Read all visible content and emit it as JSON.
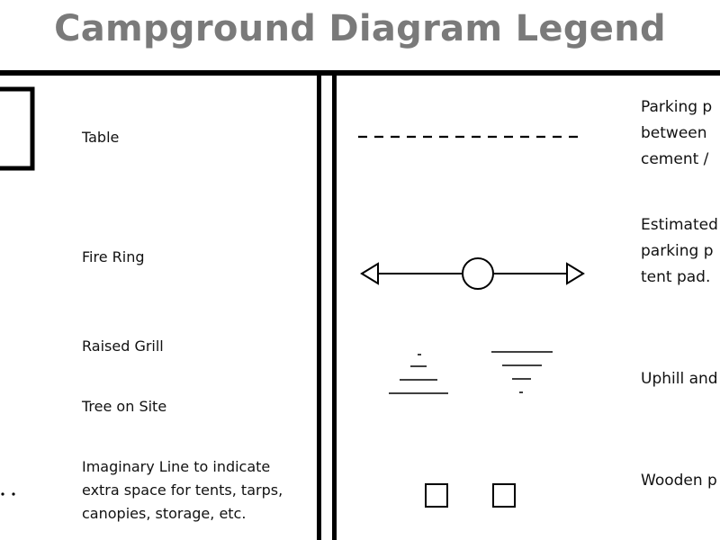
{
  "title": "Campground Diagram Legend",
  "left_items": [
    {
      "label": "Table",
      "icon": "table-square"
    },
    {
      "label": "Fire Ring",
      "icon": "fire-ring"
    },
    {
      "label": "Raised Grill",
      "icon": "raised-grill"
    },
    {
      "label": "Tree on Site",
      "icon": "tree"
    },
    {
      "label": "Imaginary Line to indicate\nextra space for tents, tarps,\ncanopies, storage, etc.",
      "icon": "dotted-line"
    }
  ],
  "right_items": [
    {
      "label": "Parking p\nbetween\ncement /",
      "icon": "dashed-line"
    },
    {
      "label": "Estimated\nparking p\ntent pad.",
      "icon": "double-arrow-circle"
    },
    {
      "label": "Uphill and",
      "icon": "uphill-downhill"
    },
    {
      "label": "Wooden p",
      "icon": "wooden-squares"
    }
  ]
}
